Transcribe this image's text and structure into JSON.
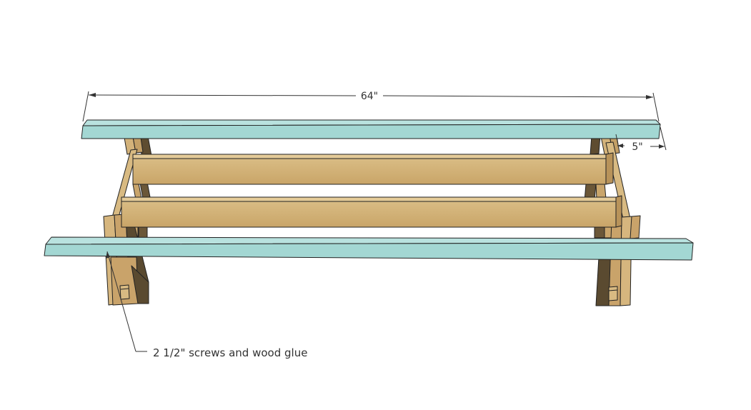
{
  "dimensions": {
    "overall_length": "64\"",
    "overhang": "5\""
  },
  "annotation": {
    "note": "2 1/2\" screws and wood glue"
  },
  "colors": {
    "seat_board_top": "#a8d8d6",
    "seat_board_side": "#8ecfcb",
    "wood_light": "#d7b880",
    "wood_mid": "#c9a46a",
    "wood_dark": "#6b5738",
    "outline": "#222222"
  }
}
